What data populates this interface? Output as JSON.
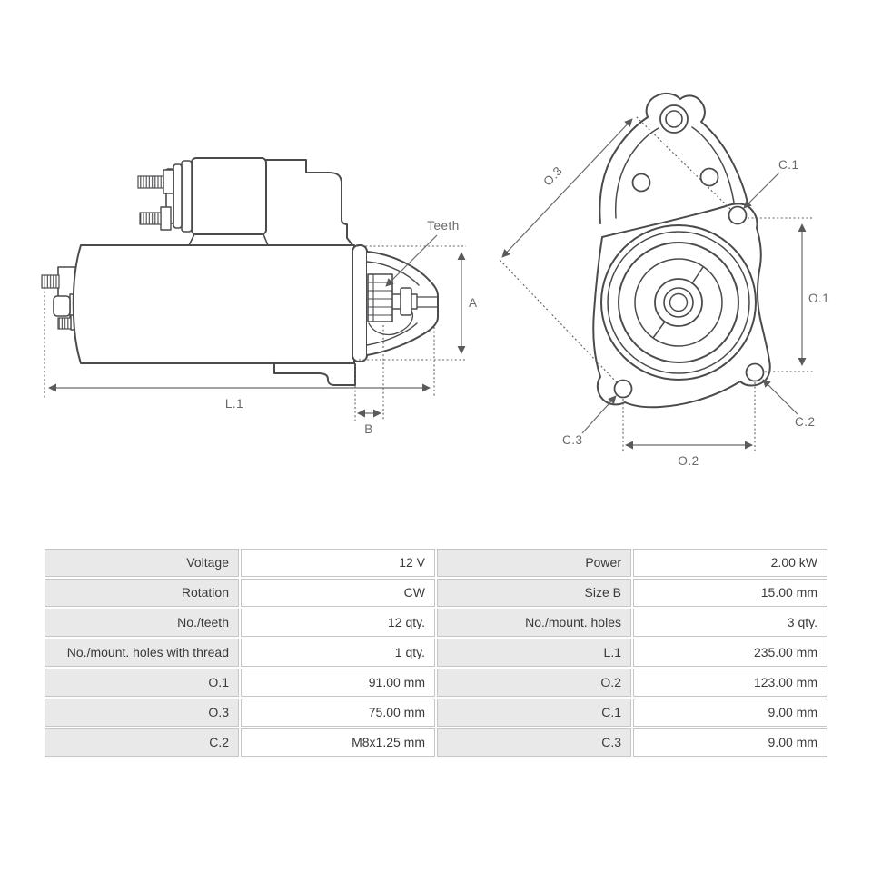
{
  "diagram": {
    "side_view": {
      "labels": {
        "teeth": "Teeth",
        "a": "A",
        "l1": "L.1",
        "b": "B"
      }
    },
    "front_view": {
      "labels": {
        "o3": "O.3",
        "c1": "C.1",
        "o1": "O.1",
        "c2": "C.2",
        "c3": "C.3",
        "o2": "O.2"
      }
    }
  },
  "table": {
    "rows": [
      {
        "c0": "Voltage",
        "c1": "12 V",
        "c2": "Power",
        "c3": "2.00 kW"
      },
      {
        "c0": "Rotation",
        "c1": "CW",
        "c2": "Size B",
        "c3": "15.00 mm"
      },
      {
        "c0": "No./teeth",
        "c1": "12 qty.",
        "c2": "No./mount. holes",
        "c3": "3 qty."
      },
      {
        "c0": "No./mount. holes with thread",
        "c1": "1 qty.",
        "c2": "L.1",
        "c3": "235.00 mm"
      },
      {
        "c0": "O.1",
        "c1": "91.00 mm",
        "c2": "O.2",
        "c3": "123.00 mm"
      },
      {
        "c0": "O.3",
        "c1": "75.00 mm",
        "c2": "C.1",
        "c3": "9.00 mm"
      },
      {
        "c0": "C.2",
        "c1": "M8x1.25 mm",
        "c2": "C.3",
        "c3": "9.00 mm"
      }
    ]
  },
  "colors": {
    "outline": "#4a4b4d",
    "dimension": "#6a6a6d",
    "label_text": "#67686b",
    "table_label_bg": "#e9e9e9",
    "table_border": "#c6c6c6",
    "table_text": "#3a3a3a",
    "background": "#ffffff"
  }
}
